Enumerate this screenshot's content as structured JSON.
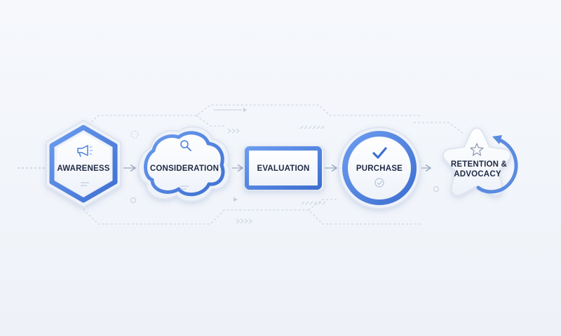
{
  "diagram": {
    "stages": [
      {
        "id": "awareness",
        "label": "AWARENESS",
        "icon": "megaphone-icon"
      },
      {
        "id": "consideration",
        "label": "CONSIDERATION",
        "icon": "magnifier-icon"
      },
      {
        "id": "evaluation",
        "label": "EVALUATION",
        "icon": ""
      },
      {
        "id": "purchase",
        "label": "PURCHASE",
        "icon": "checkmark-icon"
      },
      {
        "id": "retention",
        "label_lines": [
          "RETENTION &",
          "ADVOCACY"
        ],
        "icon": "star-icon"
      }
    ],
    "colors": {
      "accent": "#4a7fd9",
      "accent_light": "#8fb2ea",
      "shape_fill": "#f7f9fd",
      "line": "#c7cfdc",
      "text": "#1f2a44"
    }
  }
}
